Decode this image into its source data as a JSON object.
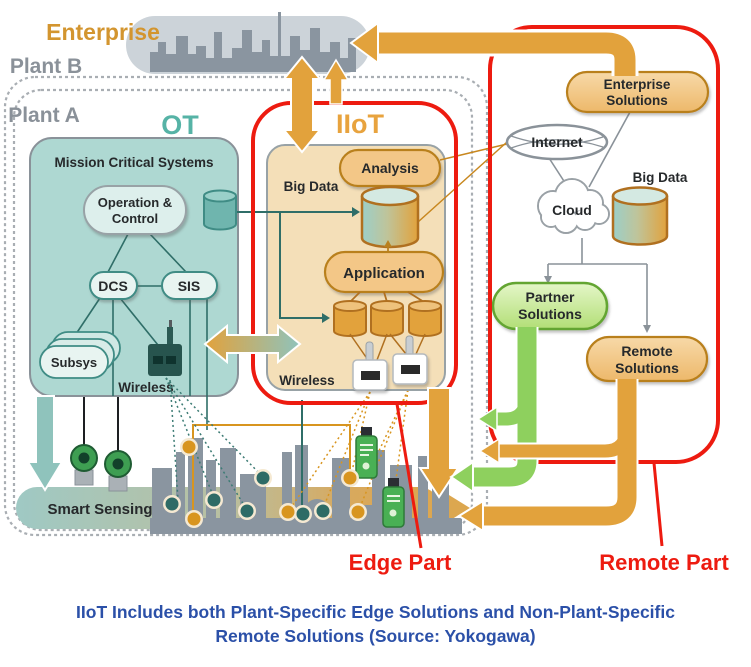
{
  "labels": {
    "enterprise": "Enterprise",
    "plant_b": "Plant B",
    "plant_a": "Plant A",
    "ot": "OT",
    "iiot": "IIoT",
    "edge_part": "Edge Part",
    "remote_part": "Remote Part"
  },
  "ot_section": {
    "title": "Mission Critical Systems",
    "operation_control": {
      "line1": "Operation &",
      "line2": "Control"
    },
    "dcs": "DCS",
    "sis": "SIS",
    "subsys": "Subsys",
    "wireless": "Wireless",
    "smart_sensing": "Smart Sensing"
  },
  "iiot_section": {
    "analysis": "Analysis",
    "big_data": "Big Data",
    "application": "Application",
    "wireless": "Wireless"
  },
  "remote_section": {
    "enterprise_solutions": {
      "line1": "Enterprise",
      "line2": "Solutions"
    },
    "internet": "Internet",
    "cloud": "Cloud",
    "big_data": "Big Data",
    "partner_solutions": {
      "line1": "Partner",
      "line2": "Solutions"
    },
    "remote_solutions": {
      "line1": "Remote",
      "line2": "Solutions"
    }
  },
  "caption": {
    "line1": "IIoT Includes both Plant-Specific Edge Solutions and Non-Plant-Specific",
    "line2": "Remote Solutions (Source: Yokogawa)"
  },
  "colors": {
    "red_outline": "#ed1b10",
    "orange_arrow": "#e2a23c",
    "orange_border": "#b9801f",
    "orange_pill": "#f3c787",
    "tan_box": "#f4dfb8",
    "teal_box": "#aed8d2",
    "teal_dark": "#2f6e68",
    "teal_arrow": "#8fc3bc",
    "green_arrow": "#8ed05e",
    "green_pill": "#cdeb9a",
    "gray_line": "#8a9299",
    "caption_blue": "#2b50a8",
    "label_orange": "#d3952f",
    "label_teal": "#56b3a6"
  }
}
